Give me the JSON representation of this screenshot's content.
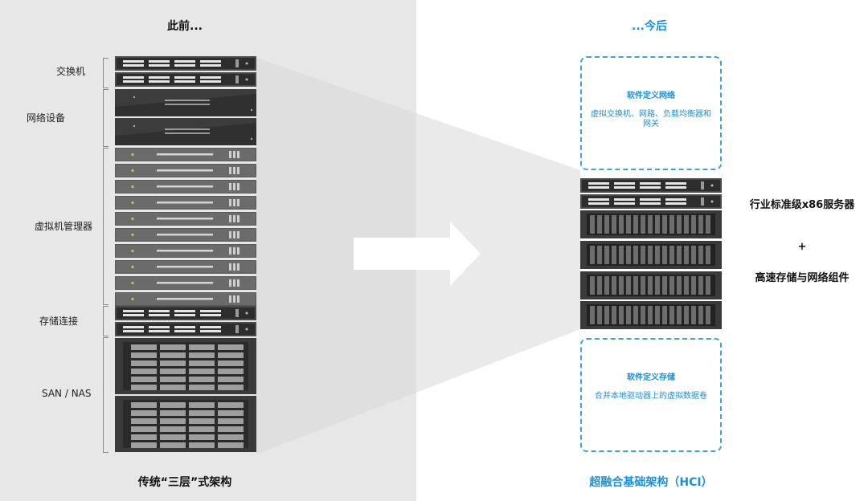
{
  "left": {
    "title": "此前...",
    "caption": "传统“三层”式架构",
    "labels": {
      "switch": "交换机",
      "network": "网络设备",
      "hypervisor": "虚拟机管理器",
      "storage_conn": "存储连接",
      "san": "SAN / NAS"
    }
  },
  "right": {
    "title": "...今后",
    "caption": "超融合基础架构（HCI）",
    "sdn": {
      "heading": "软件定义网络",
      "desc": "虚拟交换机、网路、负载均衡器和网关"
    },
    "sds": {
      "heading": "软件定义存储",
      "desc": "合并本地驱动器上的虚拟数据卷"
    },
    "side": {
      "line1": "行业标准级x86服务器",
      "plus": "+",
      "line2": "高速存储与网络组件"
    }
  },
  "colors": {
    "accent": "#1b8fdc",
    "left_bg": "#e7e7e7",
    "rack_dark": "#3a3a3a"
  }
}
